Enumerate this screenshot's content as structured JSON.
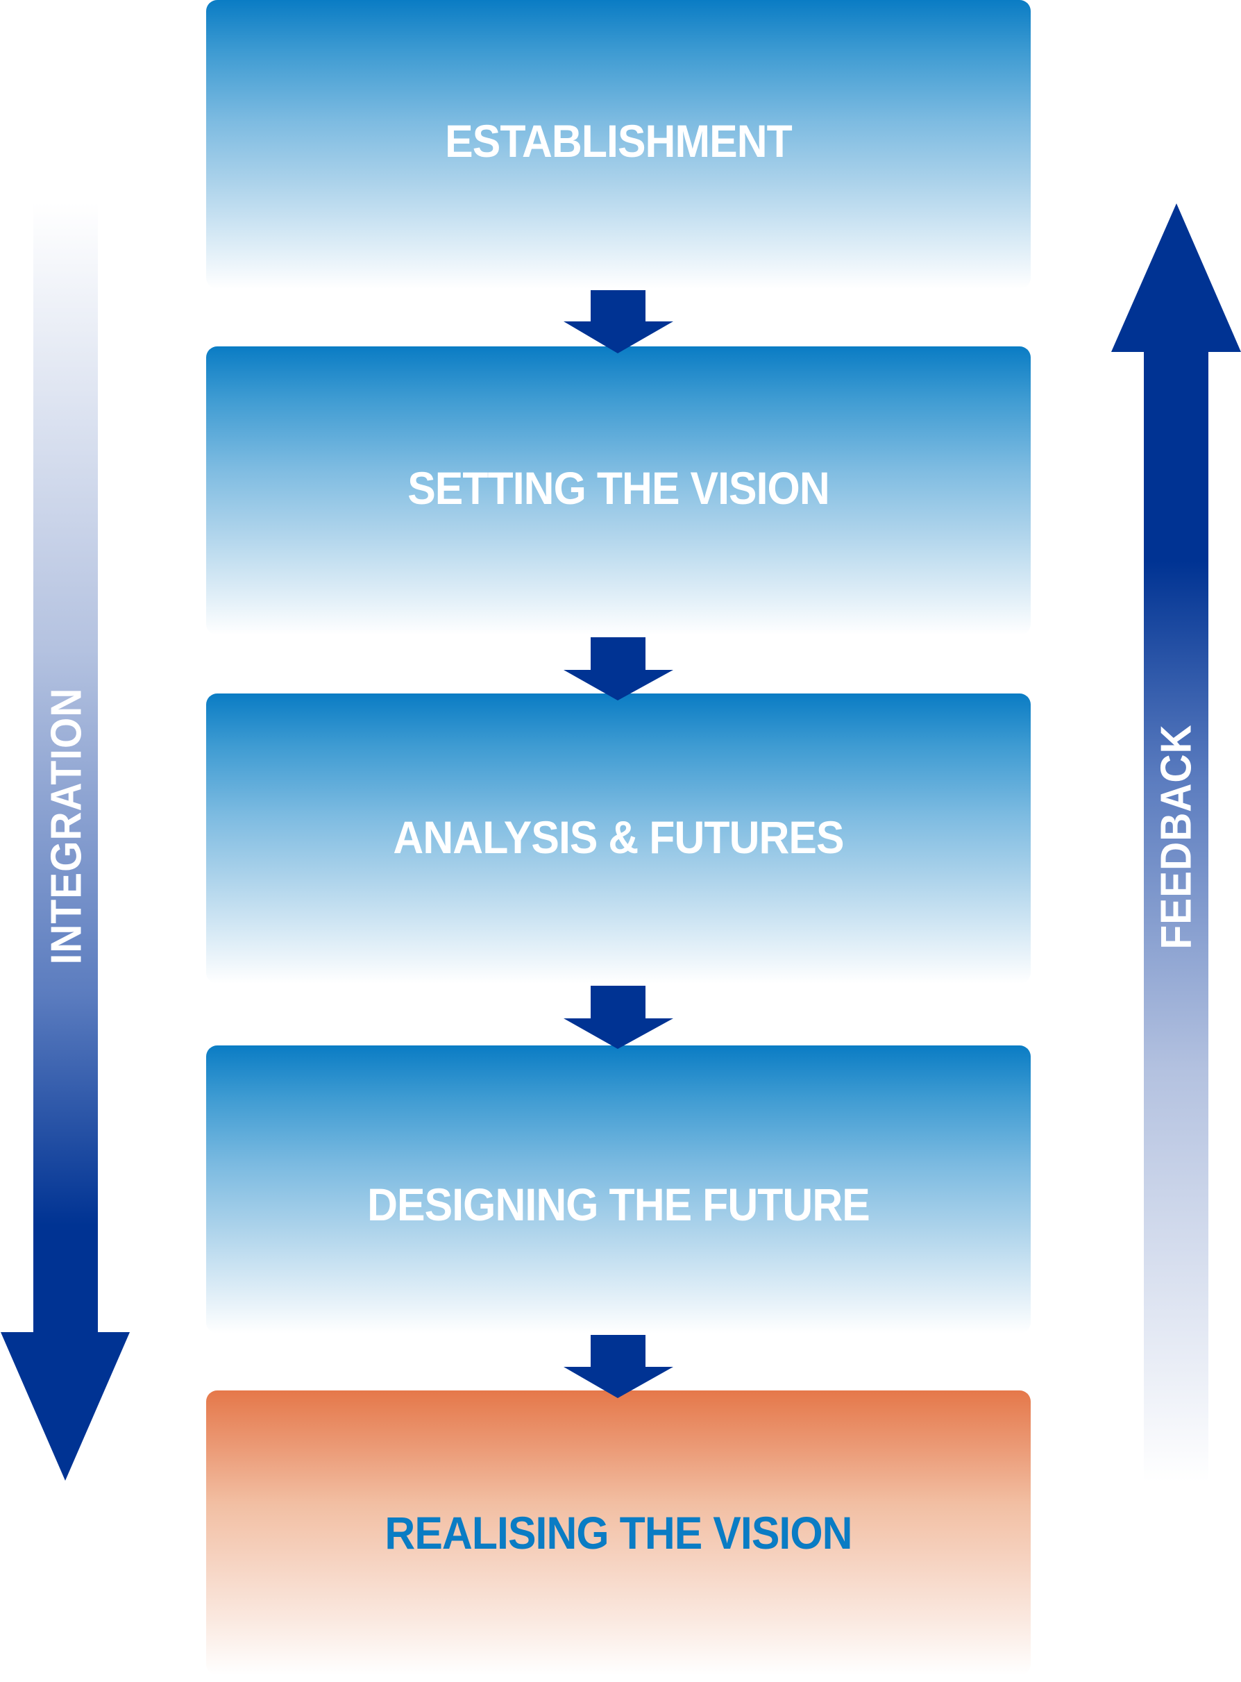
{
  "diagram": {
    "stages": [
      {
        "label": "ESTABLISHMENT",
        "variant": "blue"
      },
      {
        "label": "SETTING THE VISION",
        "variant": "blue"
      },
      {
        "label": "ANALYSIS & FUTURES",
        "variant": "blue"
      },
      {
        "label": "DESIGNING THE FUTURE",
        "variant": "blue"
      },
      {
        "label": "REALISING THE VISION",
        "variant": "orange"
      }
    ],
    "left_arrow": {
      "label": "INTEGRATION",
      "direction": "down"
    },
    "right_arrow": {
      "label": "FEEDBACK",
      "direction": "up"
    },
    "colors": {
      "arrow_dark_blue": "#003393",
      "box_blue_top": "#0a7cc4",
      "box_orange_top": "#e5784a",
      "final_label_blue": "#0a7cc4",
      "label_white": "#ffffff"
    }
  }
}
